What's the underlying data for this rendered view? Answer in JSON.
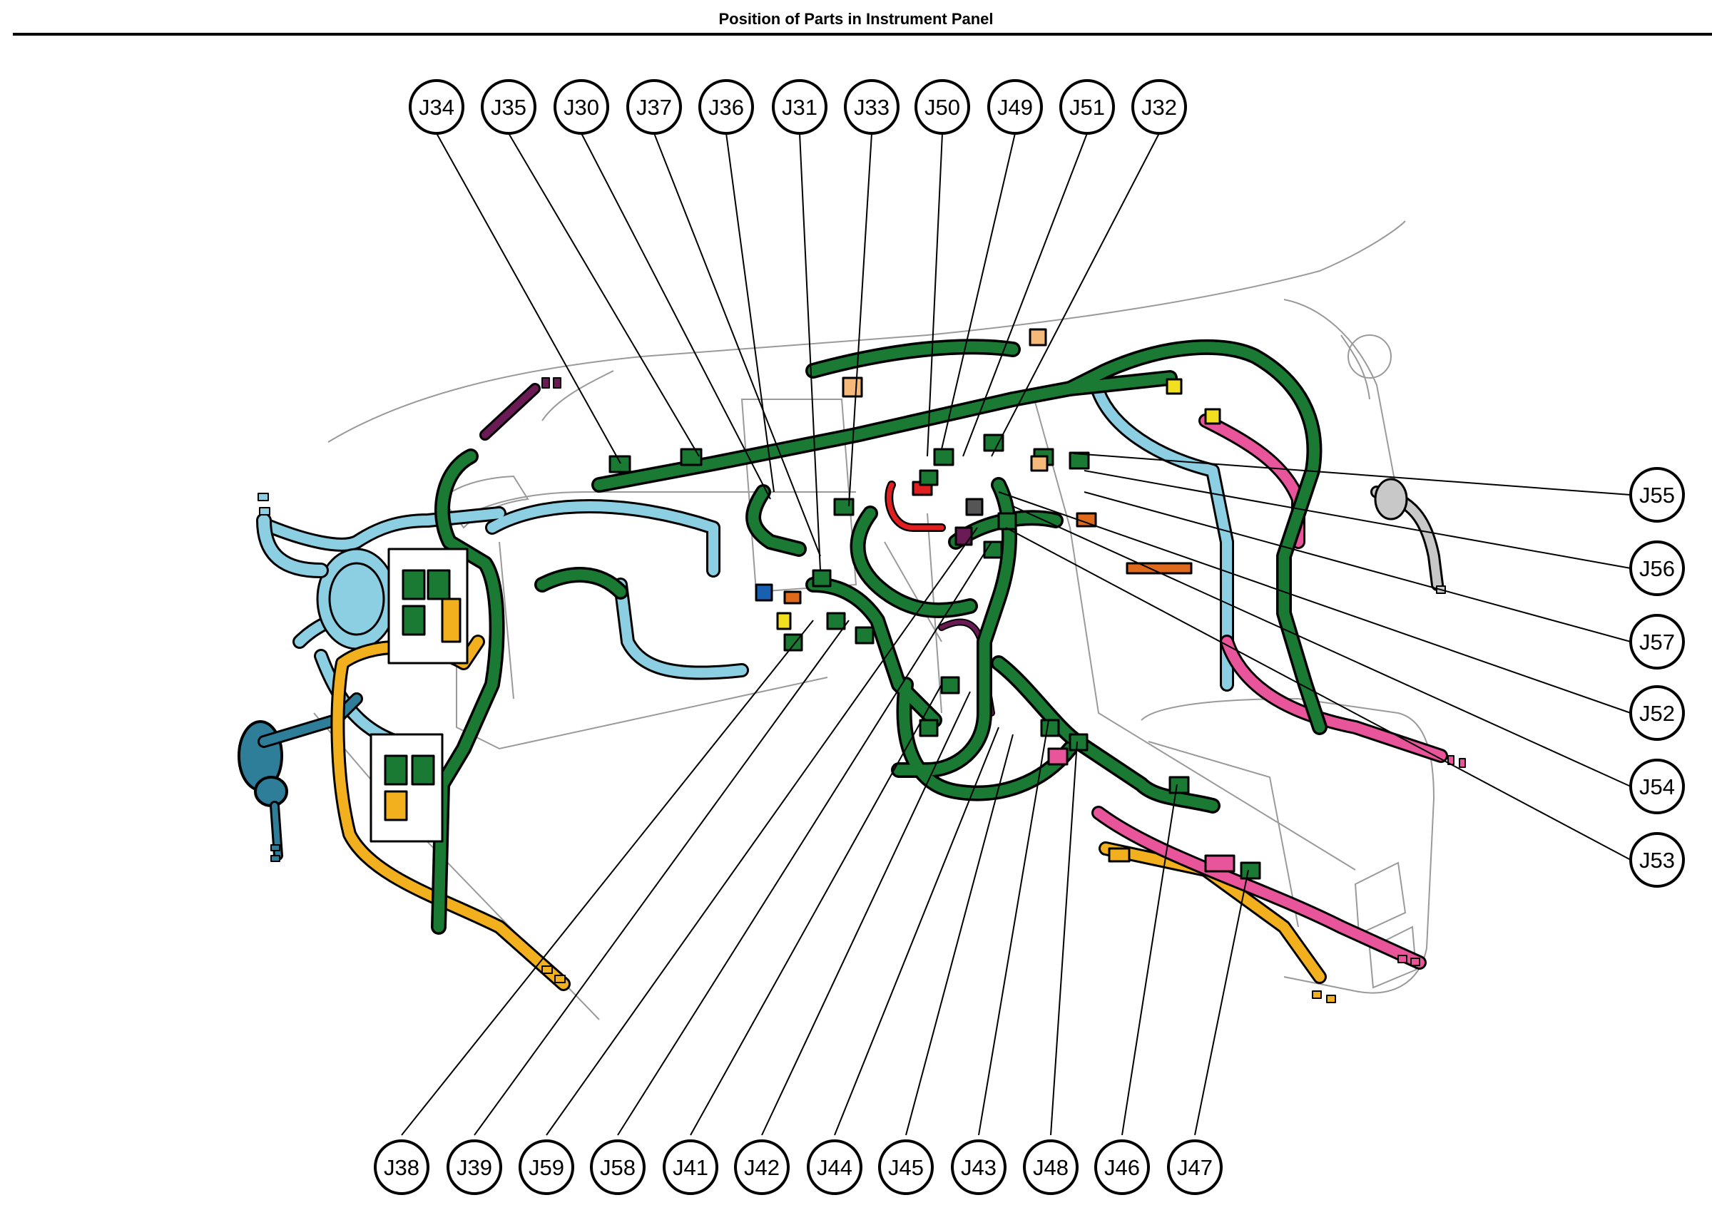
{
  "title": "Position of Parts in Instrument Panel",
  "colors": {
    "harness_main": "#1a7a34",
    "harness_light_blue": "#8ccfe3",
    "harness_dark_blue": "#2e7e9a",
    "harness_yellow": "#f2b01e",
    "harness_pink": "#e8559a",
    "harness_red": "#e02020",
    "harness_orange": "#e06a1c",
    "harness_purple": "#6a1a55",
    "harness_gray": "#b0b0b0",
    "outline": "#000000"
  },
  "connectors_top": [
    "J34",
    "J35",
    "J30",
    "J37",
    "J36",
    "J31",
    "J33",
    "J50",
    "J49",
    "J51",
    "J32"
  ],
  "connectors_right": [
    "J55",
    "J56",
    "J57",
    "J52",
    "J54",
    "J53"
  ],
  "connectors_bottom": [
    "J38",
    "J39",
    "J59",
    "J58",
    "J41",
    "J42",
    "J44",
    "J45",
    "J43",
    "J48",
    "J46",
    "J47"
  ]
}
